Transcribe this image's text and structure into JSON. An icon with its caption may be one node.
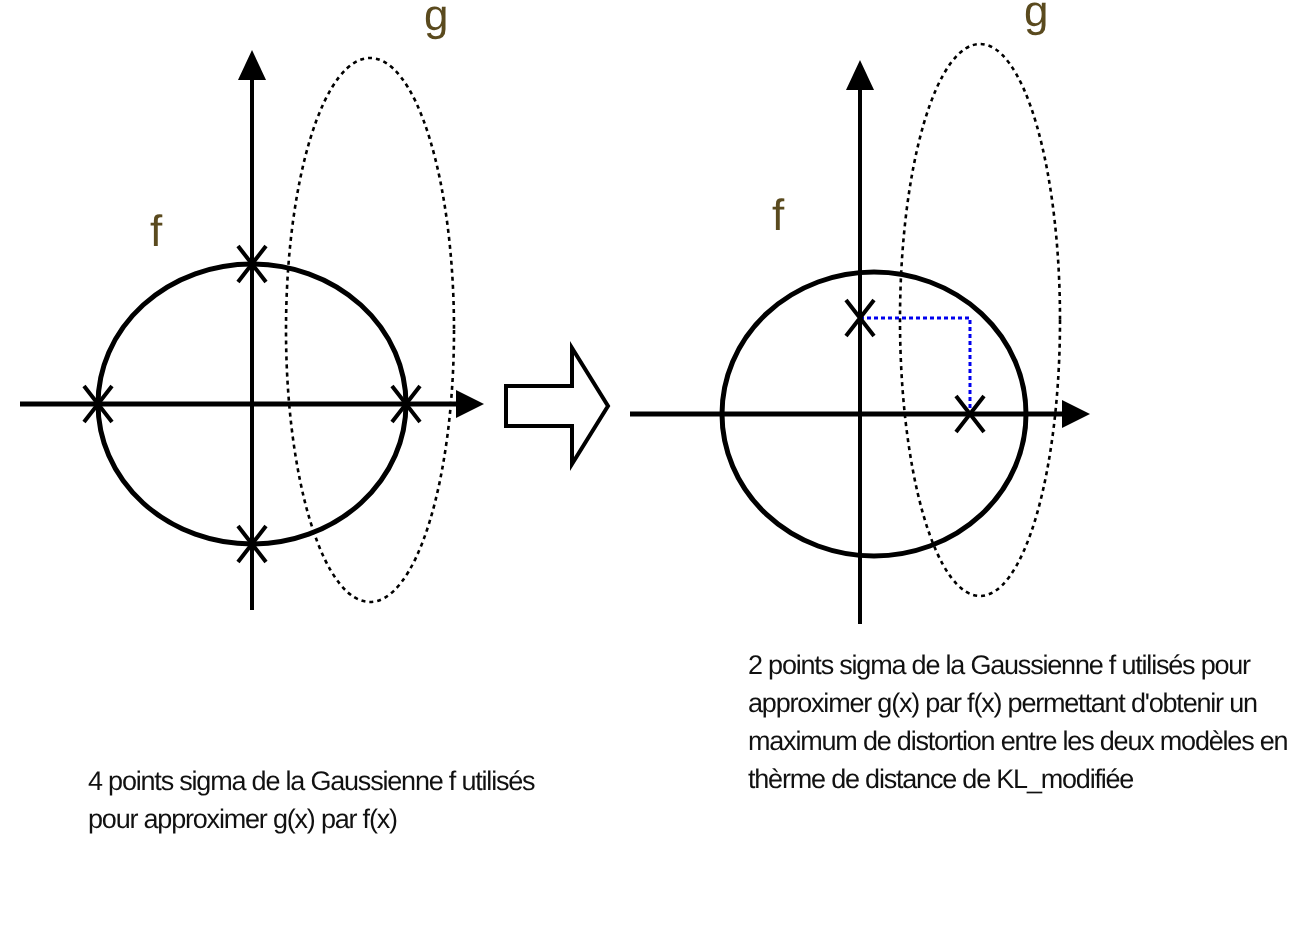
{
  "diagram": {
    "nodes": [
      {
        "text": [],
        "shape": "picture"
      },
      {
        "text": [],
        "shape": "picture"
      }
    ],
    "edges": [
      {
        "from": 0,
        "to": 1,
        "arrow": "to",
        "style": "thick"
      }
    ],
    "labels": [
      "g",
      "f",
      "g",
      "f",
      "4 points sigma de la  Gaussienne f utilisés pour approximer g(x) par f(x)",
      "2 points sigma de la  Gaussienne f utilisés pour approximer g(x) par f(x) permettant d'obtenir un maximum de distortion entre les deux modèles en thèrme de distance de KL_modifiée"
    ]
  }
}
